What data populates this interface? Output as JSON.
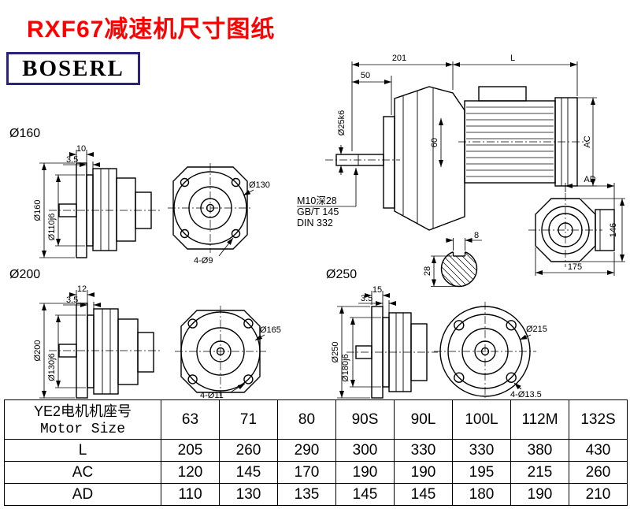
{
  "page": {
    "title": "RXF67减速机尺寸图纸",
    "logo": "BOSERL"
  },
  "assembly": {
    "dim_201": "201",
    "dim_L": "L",
    "dim_50": "50",
    "dim_shaft": "Ø25k6",
    "dim_60": "60",
    "dim_AC": "AC",
    "tap_line1": "M10深28",
    "tap_line2": "GB/T 145",
    "tap_line3": "DIN 332"
  },
  "key_section": {
    "dim_8": "8",
    "dim_28": "28"
  },
  "motor_view": {
    "dim_AD": "AD",
    "dim_146": "146",
    "dim_175": "175"
  },
  "flange160": {
    "label": "Ø160",
    "dim_10": "10",
    "dim_3_5": "3.5",
    "dim_od": "Ø160",
    "dim_spigot": "Ø110j6",
    "dim_bc": "Ø130",
    "dim_holes": "4-Ø9"
  },
  "flange200": {
    "label": "Ø200",
    "dim_12": "12",
    "dim_3_5": "3.5",
    "dim_od": "Ø200",
    "dim_spigot": "Ø130j6",
    "dim_bc": "Ø165",
    "dim_holes": "4-Ø11"
  },
  "flange250": {
    "label": "Ø250",
    "dim_15": "15",
    "dim_3_5": "3.5",
    "dim_od": "Ø250",
    "dim_spigot": "Ø180j6",
    "dim_bc": "Ø215",
    "dim_holes": "4-Ø13.5"
  },
  "table": {
    "header_cn": "YE2电机机座号",
    "header_en": "Motor Size",
    "sizes": [
      "63",
      "71",
      "80",
      "90S",
      "90L",
      "100L",
      "112M",
      "132S"
    ],
    "rows": [
      {
        "label": "L",
        "values": [
          "205",
          "260",
          "290",
          "300",
          "330",
          "330",
          "380",
          "430"
        ]
      },
      {
        "label": "AC",
        "values": [
          "120",
          "145",
          "170",
          "190",
          "190",
          "195",
          "215",
          "260"
        ]
      },
      {
        "label": "AD",
        "values": [
          "110",
          "130",
          "135",
          "145",
          "145",
          "180",
          "190",
          "210"
        ]
      }
    ]
  }
}
